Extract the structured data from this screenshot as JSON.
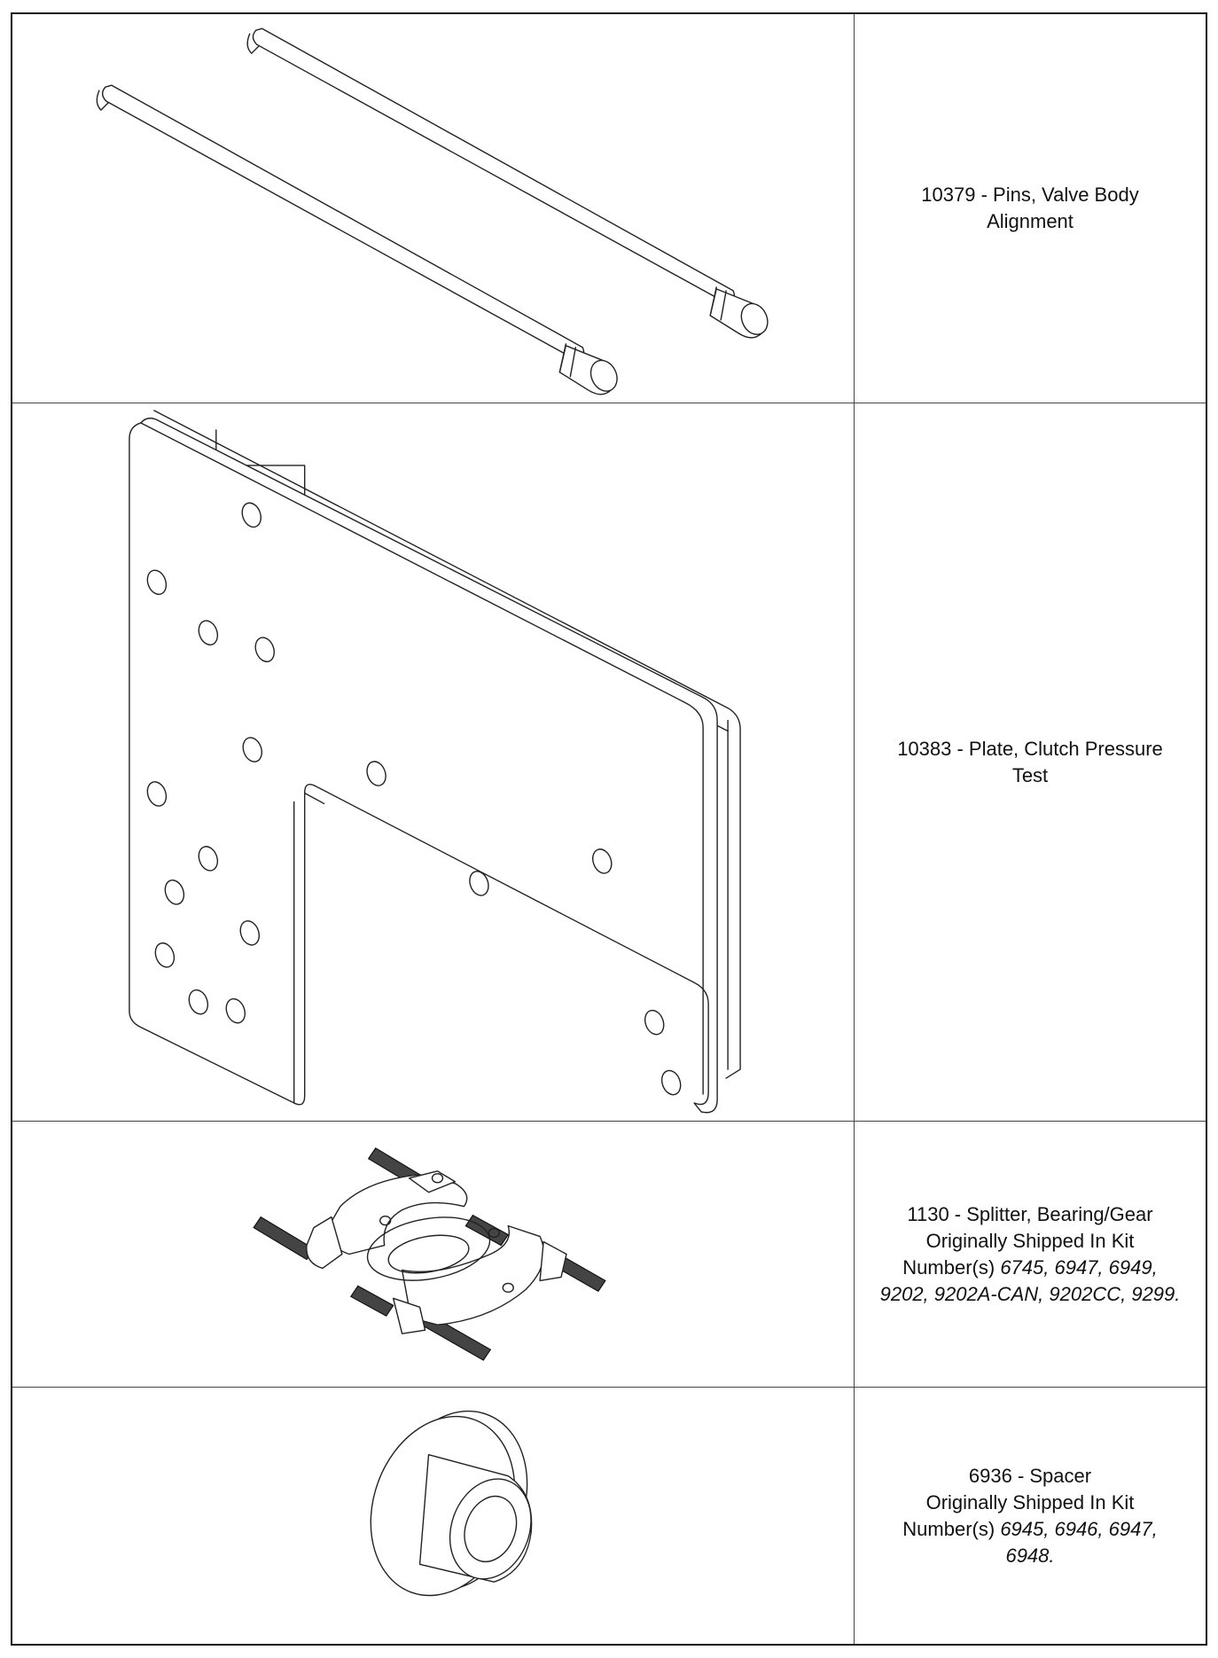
{
  "tools": [
    {
      "title_line1": "10379 - Pins, Valve Body",
      "title_line2": "Alignment",
      "icon": "alignment-pins-icon"
    },
    {
      "title_line1": "10383 - Plate, Clutch Pressure",
      "title_line2": "Test",
      "icon": "pressure-test-plate-icon"
    },
    {
      "title_line1": "1130 - Splitter, Bearing/Gear",
      "kit_line": "Originally Shipped In Kit",
      "kit_prefix": "Number(s)",
      "kit_numbers_a": "6745, 6947, 6949,",
      "kit_numbers_b": "9202, 9202A-CAN, 9202CC, 9299.",
      "icon": "bearing-splitter-icon"
    },
    {
      "title_line1": "6936 - Spacer",
      "kit_line": "Originally Shipped In Kit",
      "kit_prefix": "Number(s)",
      "kit_numbers_a": "6945, 6946, 6947,",
      "kit_numbers_b": "6948.",
      "icon": "spacer-icon"
    }
  ]
}
